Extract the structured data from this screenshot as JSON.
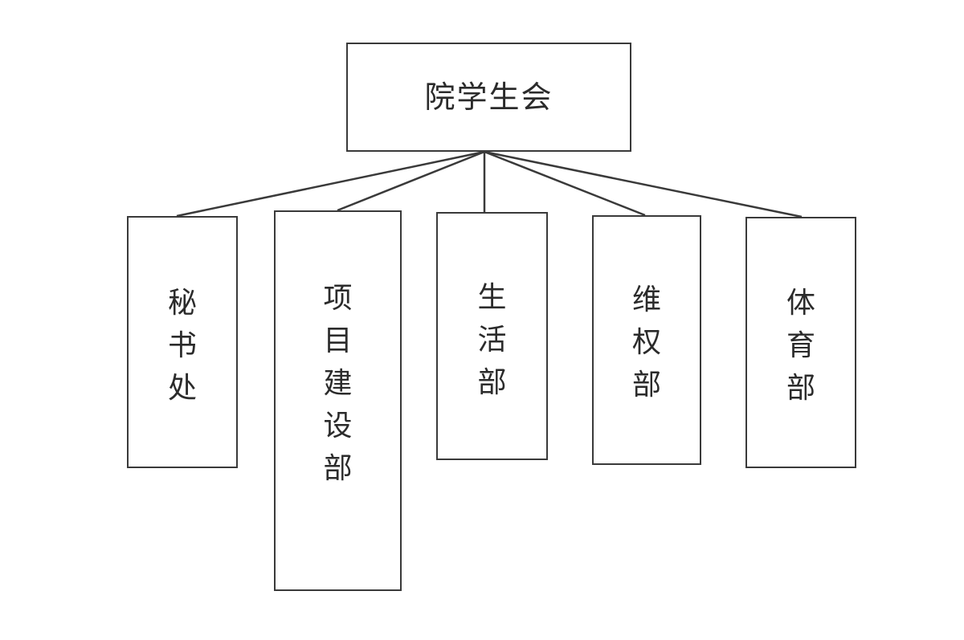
{
  "org_chart": {
    "root": {
      "label": "院学生会"
    },
    "departments": [
      {
        "label": "秘书处"
      },
      {
        "label": "项目建设部"
      },
      {
        "label": "生活部"
      },
      {
        "label": "维权部"
      },
      {
        "label": "体育部"
      }
    ]
  },
  "colors": {
    "line": "#3a3a3a",
    "text": "#2b2b2b",
    "background": "#ffffff"
  }
}
